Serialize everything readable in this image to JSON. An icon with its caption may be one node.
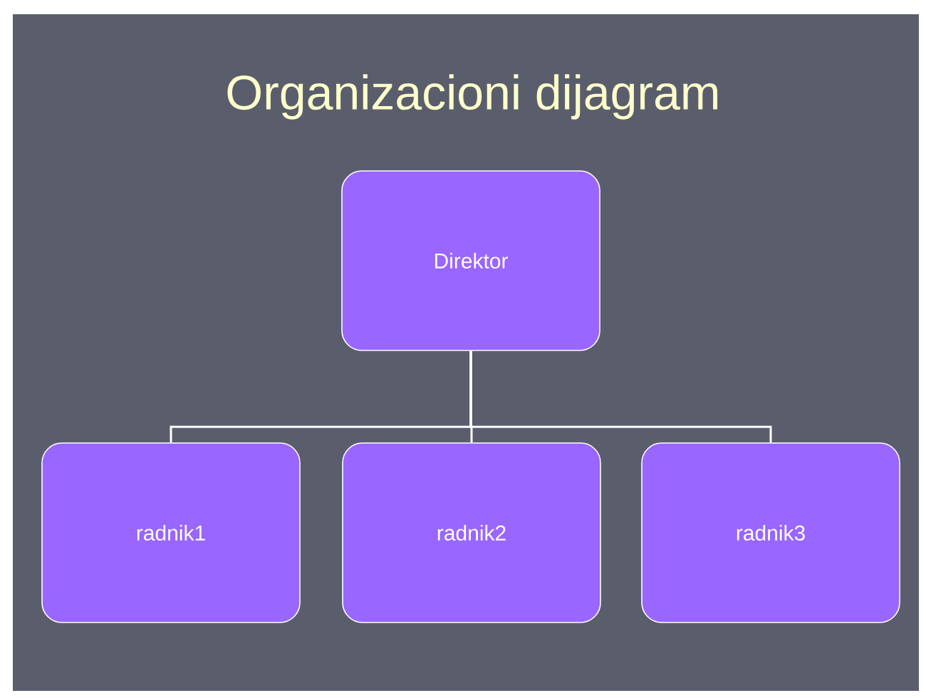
{
  "diagram": {
    "title": "Organizacioni dijagram",
    "nodes": [
      {
        "text": [
          "Direktor"
        ]
      },
      {
        "text": [
          "radnik1"
        ]
      },
      {
        "text": [
          "radnik2"
        ]
      },
      {
        "text": [
          "radnik3"
        ]
      }
    ],
    "edges": [
      {
        "from": 0,
        "to": 1,
        "arrow": "none"
      },
      {
        "from": 0,
        "to": 2,
        "arrow": "none"
      },
      {
        "from": 0,
        "to": 3,
        "arrow": "none"
      }
    ]
  }
}
